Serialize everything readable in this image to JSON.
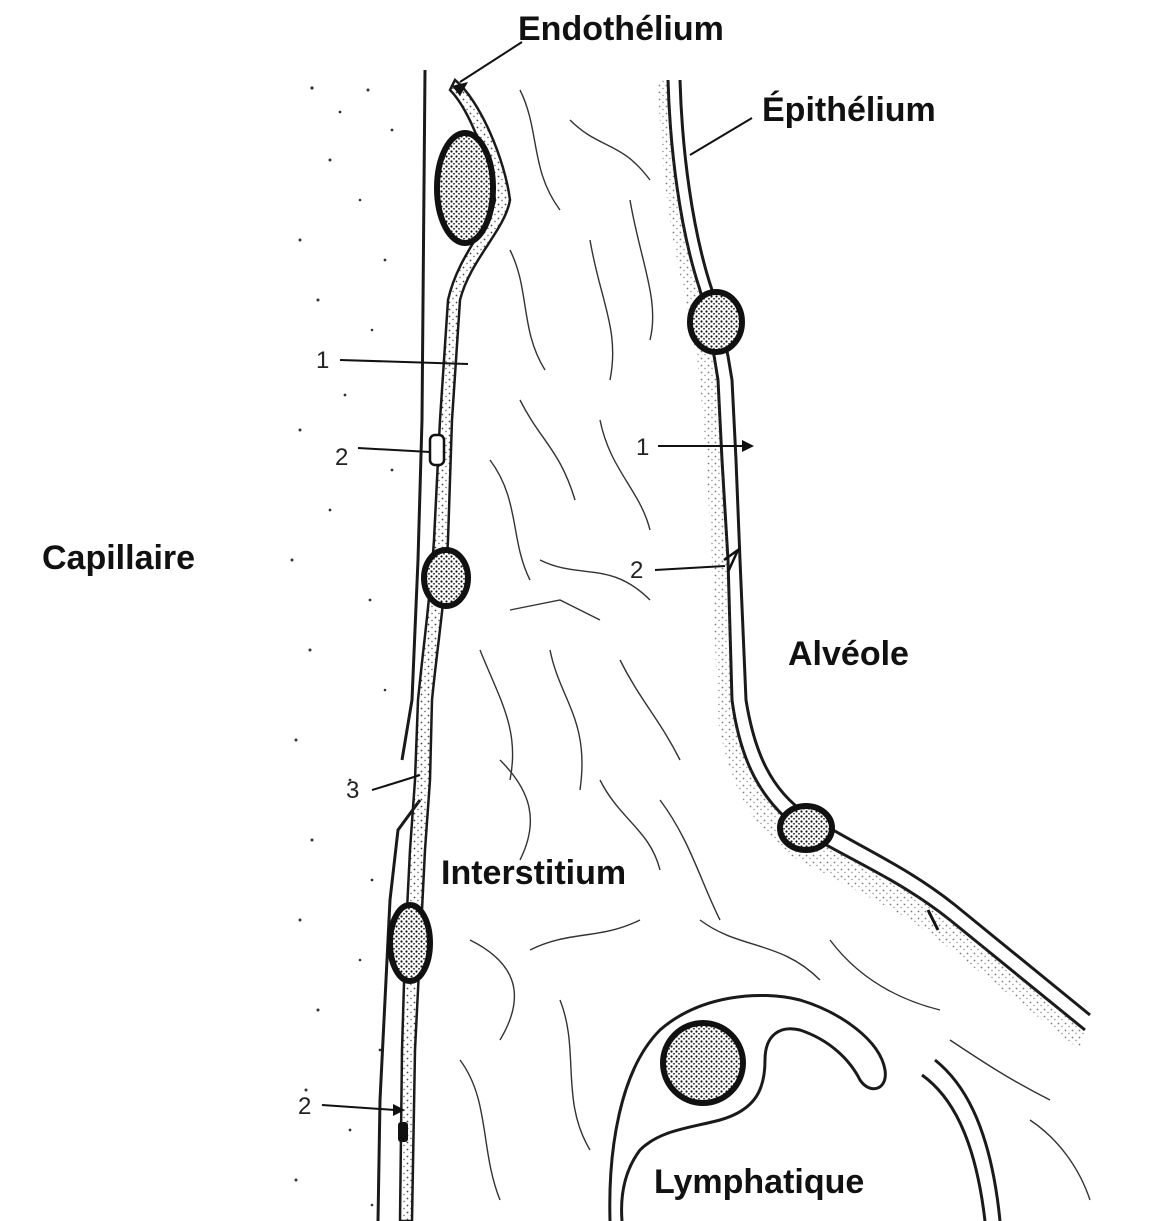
{
  "labels": {
    "endothelium": "Endothélium",
    "epithelium": "Épithélium",
    "capillaire": "Capillaire",
    "alveole": "Alvéole",
    "interstitium": "Interstitium",
    "lymphatique": "Lymphatique"
  },
  "markers": {
    "m1_left": "1",
    "m2_left_upper": "2",
    "m1_right": "1",
    "m2_right": "2",
    "m3": "3",
    "m2_left_lower": "2"
  },
  "colors": {
    "ink": "#1a1a1a",
    "nucleus": "#222222",
    "background": "#ffffff"
  }
}
